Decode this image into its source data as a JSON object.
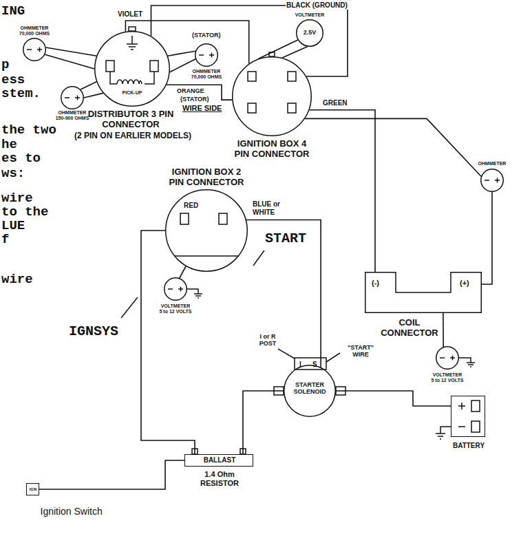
{
  "diagram": {
    "nodes": [
      {
        "text": [
          "PICK-UP",
          "DISTRIBUTOR 3 PIN CONNECTOR",
          "(2 PIN ON EARLIER MODELS)"
        ]
      },
      {
        "text": [
          "IGNITION BOX 4 PIN CONNECTOR"
        ]
      },
      {
        "text": [
          "IGNITION BOX 2 PIN CONNECTOR"
        ]
      },
      {
        "text": [
          "(-)",
          "(+)",
          "COIL CONNECTOR"
        ]
      },
      {
        "text": [
          "I",
          "S",
          "STARTER SOLENOID"
        ]
      },
      {
        "text": [
          "BATTERY"
        ]
      },
      {
        "text": [
          "BALLAST",
          "1.4 Ohm RESISTOR"
        ]
      },
      {
        "text": [
          "IGN",
          "Ignition Switch"
        ]
      },
      {
        "text": [
          "OHMMETER 70,000 OHMS"
        ]
      },
      {
        "text": [
          "OHMMETER 70,000 OHMS"
        ]
      },
      {
        "text": [
          "OHMMETER 150-900 OHMS"
        ]
      },
      {
        "text": [
          "VOLTMETER",
          "2.5V"
        ]
      },
      {
        "text": [
          "OHMMETER"
        ]
      },
      {
        "text": [
          "VOLTMETER 5 to 12 VOLTS"
        ]
      },
      {
        "text": [
          "VOLTMETER 5 to 12 VOLTS"
        ]
      }
    ],
    "edges": [
      {
        "from": 0,
        "to": 1,
        "arrow": "none",
        "label": "VIOLET"
      },
      {
        "from": 0,
        "to": 1,
        "arrow": "none",
        "label": "BLACK (GROUND)"
      },
      {
        "from": 0,
        "to": 1,
        "arrow": "none",
        "label": "ORANGE"
      },
      {
        "from": 1,
        "to": 3,
        "arrow": "none",
        "label": "GREEN"
      },
      {
        "from": 2,
        "to": 4,
        "arrow": "none",
        "label": "BLUE or WHITE"
      },
      {
        "from": 2,
        "to": 6,
        "arrow": "none",
        "label": "RED"
      },
      {
        "from": 4,
        "to": 6,
        "arrow": "none"
      },
      {
        "from": 7,
        "to": 6,
        "arrow": "none"
      },
      {
        "from": 5,
        "to": 4,
        "arrow": "none"
      },
      {
        "from": 8,
        "to": 0,
        "arrow": "none"
      },
      {
        "from": 8,
        "to": 0,
        "arrow": "none"
      },
      {
        "from": 9,
        "to": 0,
        "arrow": "none"
      },
      {
        "from": 9,
        "to": 0,
        "arrow": "none"
      },
      {
        "from": 10,
        "to": 0,
        "arrow": "none"
      },
      {
        "from": 10,
        "to": 0,
        "arrow": "none"
      },
      {
        "from": 11,
        "to": 1,
        "arrow": "none"
      },
      {
        "from": 11,
        "to": 1,
        "arrow": "none"
      },
      {
        "from": 12,
        "to": 1,
        "arrow": "none"
      },
      {
        "from": 12,
        "to": 3,
        "arrow": "none"
      },
      {
        "from": 13,
        "to": 2,
        "arrow": "none"
      },
      {
        "from": 14,
        "to": 3,
        "arrow": "none"
      }
    ],
    "labels": [
      "ING",
      "p",
      "ess",
      "stem.",
      "the two",
      "he",
      "es to",
      "ws:",
      "wire",
      "to the",
      "LUE",
      "f",
      "wire",
      "(STATOR)",
      "(STATOR)",
      "WIRE SIDE",
      "START",
      "IGNSYS",
      "I or R POST",
      "\"START\" WIRE"
    ]
  }
}
